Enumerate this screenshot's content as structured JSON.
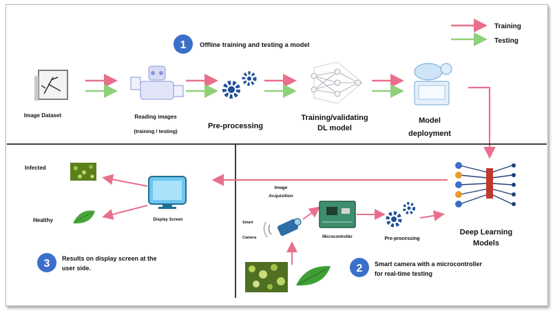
{
  "legend": {
    "training": "Training",
    "testing": "Testing",
    "colors": {
      "training": "#e8708c",
      "testing": "#8fd17a"
    }
  },
  "colors": {
    "step_circle": "#3b6fc9",
    "gear": "#1f4f9a",
    "arrow": "#e8708c",
    "divider": "#222222"
  },
  "section1": {
    "number": "1",
    "title": "Offline training and testing a model",
    "nodes": {
      "dataset": "Image Dataset",
      "reading_line1": "Reading images",
      "reading_line2": "(training / testing)",
      "preprocessing": "Pre-processing",
      "training_line1": "Training/validating",
      "training_line2": "DL model",
      "deploy_line1": "Model",
      "deploy_line2": "deployment"
    }
  },
  "section2": {
    "number": "2",
    "title_line1": "Smart camera with a microcontroller",
    "title_line2": "for real-time testing",
    "labels": {
      "acq_line1": "Image",
      "acq_line2": "Acquisition",
      "smart_line1": "Smart",
      "smart_line2": "Camera",
      "microcontroller": "Microcontroller",
      "preprocessing": "Pre-processing",
      "dl_line1": "Deep Learning",
      "dl_line2": "Models"
    }
  },
  "section3": {
    "number": "3",
    "title_line1": "Results on display screen at the",
    "title_line2": "user side.",
    "labels": {
      "infected": "Infected",
      "healthy": "Healthy",
      "display": "Display Screen"
    }
  }
}
